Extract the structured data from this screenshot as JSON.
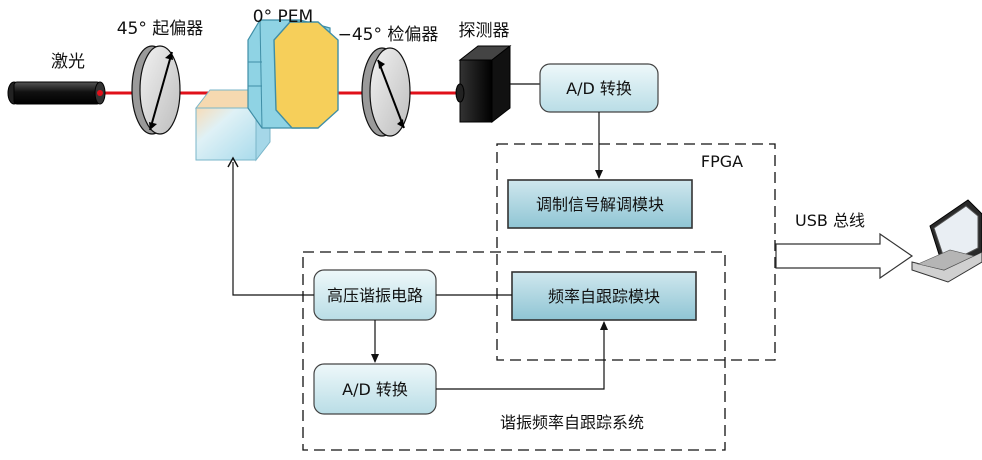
{
  "labels": {
    "laser": "激光",
    "polarizer": "45° 起偏器",
    "pem": "0° PEM",
    "analyzer": "−45° 检偏器",
    "detector": "探测器",
    "fpga": "FPGA",
    "usb": "USB 总线",
    "tracking_system": "谐振频率自跟踪系统"
  },
  "blocks": {
    "ad_top": "A/D 转换",
    "demod": "调制信号解调模块",
    "hv_circuit": "高压谐振电路",
    "freq_track": "频率自跟踪模块",
    "ad_bottom": "A/D 转换"
  },
  "colors": {
    "beam": "#e0101a",
    "block_fill_light": "#dff0f3",
    "block_fill_dark": "#b9dde6",
    "pem_body": "#8fd3e4",
    "pem_face": "#f6cf5a",
    "crystal": "#bfe6f3",
    "crystal_tip": "#f6dcb8"
  }
}
